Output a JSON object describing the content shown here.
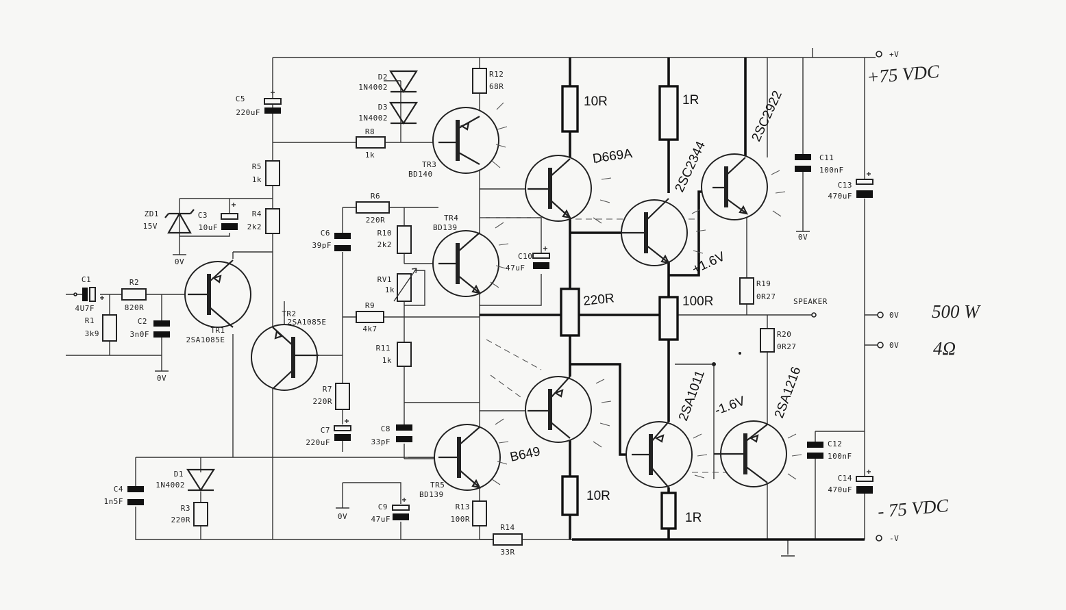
{
  "labels": {
    "c5_ref": "C5",
    "c5_val": "220uF",
    "r5_ref": "R5",
    "r5_val": "1k",
    "r4_ref": "R4",
    "r4_val": "2k2",
    "zd1_ref": "ZD1",
    "zd1_val": "15V",
    "c3_ref": "C3",
    "c3_val": "10uF",
    "gnd_zd": "0V",
    "c1_ref": "C1",
    "c1_val": "4U7F",
    "r1_ref": "R1",
    "r1_val": "3k9",
    "r2_ref": "R2",
    "r2_val": "820R",
    "c2_ref": "C2",
    "c2_val": "3n0F",
    "gnd_in": "0V",
    "tr1_ref": "TR1",
    "tr1_val": "2SA1085E",
    "tr2_ref": "TR2",
    "tr2_val": "2SA1085E",
    "d2_ref": "D2",
    "d2_val": "1N4002",
    "d3_ref": "D3",
    "d3_val": "1N4002",
    "r8_ref": "R8",
    "r8_val": "1k",
    "r12_ref": "R12",
    "r12_val": "68R",
    "tr3_ref": "TR3",
    "tr3_val": "BD140",
    "r6_ref": "R6",
    "r6_val": "220R",
    "c6_ref": "C6",
    "c6_val": "39pF",
    "r10_ref": "R10",
    "r10_val": "2k2",
    "tr4_ref": "TR4",
    "tr4_val": "BD139",
    "rv1_ref": "RV1",
    "rv1_val": "1k",
    "c10_ref": "C10",
    "c10_val": "47uF",
    "r9_ref": "R9",
    "r9_val": "4k7",
    "r11_ref": "R11",
    "r11_val": "1k",
    "r7_ref": "R7",
    "r7_val": "220R",
    "c7_ref": "C7",
    "c7_val": "220uF",
    "c8_ref": "C8",
    "c8_val": "33pF",
    "gnd_c7": "0V",
    "c9_ref": "C9",
    "c9_val": "47uF",
    "tr5_ref": "TR5",
    "tr5_val": "BD139",
    "r13_ref": "R13",
    "r13_val": "100R",
    "r14_ref": "R14",
    "r14_val": "33R",
    "c4_ref": "C4",
    "c4_val": "1n5F",
    "d1_ref": "D1",
    "d1_val": "1N4002",
    "r3_ref": "R3",
    "r3_val": "220R",
    "c11_ref": "C11",
    "c11_val": "100nF",
    "c13_ref": "C13",
    "c13_val": "470uF",
    "gnd_c11": "0V",
    "r19_ref": "R19",
    "r19_val": "0R27",
    "r20_ref": "R20",
    "r20_val": "0R27",
    "speaker": "SPEAKER",
    "c12_ref": "C12",
    "c12_val": "100nF",
    "c14_ref": "C14",
    "c14_val": "470uF",
    "term_pos": "+V",
    "term_0v_1": "0V",
    "term_0v_2": "0V",
    "term_neg": "-V"
  },
  "handwritten": {
    "r_top_10r": "10R",
    "r_top_1r": "1R",
    "q_d669a": "D669A",
    "q_2sc2344": "2SC2344",
    "q_2sc2922": "2SC2922",
    "r_220r": "220R",
    "r_100r": "100R",
    "v_pos": "+1.6V",
    "v_neg": "-1.6V",
    "q_b649": "B649",
    "q_2sa1011": "2SA1011",
    "q_2sa1216": "2SA1216",
    "r_bot_10r": "10R",
    "r_bot_1r": "1R",
    "supply_pos": "+75 VDC",
    "supply_neg": "- 75 VDC",
    "power": "500 W",
    "impedance": "4Ω"
  }
}
